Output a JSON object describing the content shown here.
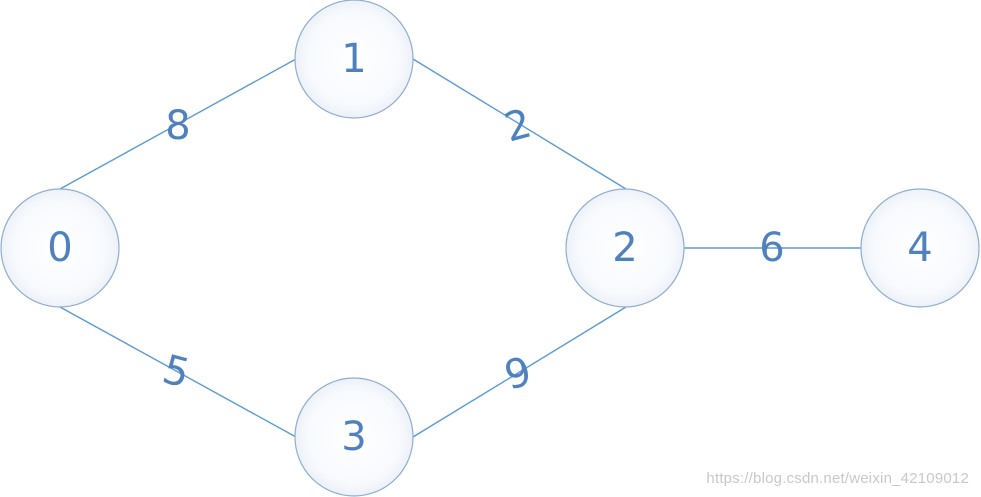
{
  "graph": {
    "nodes": [
      {
        "id": "0",
        "label": "0"
      },
      {
        "id": "1",
        "label": "1"
      },
      {
        "id": "2",
        "label": "2"
      },
      {
        "id": "3",
        "label": "3"
      },
      {
        "id": "4",
        "label": "4"
      }
    ],
    "edges": [
      {
        "from": "0",
        "to": "1",
        "weight": "8"
      },
      {
        "from": "1",
        "to": "2",
        "weight": "2"
      },
      {
        "from": "0",
        "to": "3",
        "weight": "5"
      },
      {
        "from": "3",
        "to": "2",
        "weight": "9"
      },
      {
        "from": "2",
        "to": "4",
        "weight": "6"
      }
    ]
  },
  "colors": {
    "node_stroke": "#8eaed0",
    "node_fill_center": "#ffffff",
    "node_fill_edge": "#e8eef6",
    "edge": "#5b9bd5",
    "label": "#4f81bd"
  },
  "watermark": "https://blog.csdn.net/weixin_42109012"
}
